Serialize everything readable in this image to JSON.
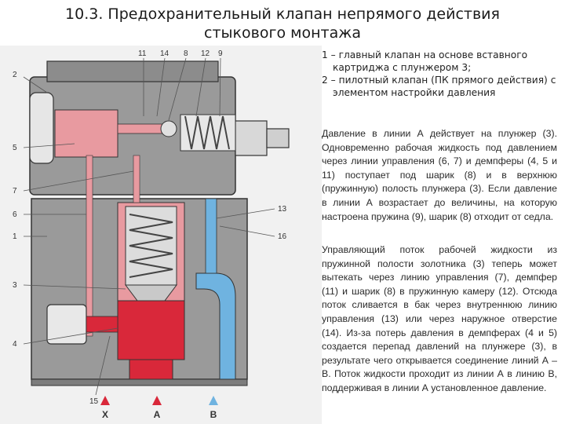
{
  "title": {
    "line1": "10.3. Предохранительный клапан непрямого действия",
    "line2": "стыкового монтажа"
  },
  "legend": [
    "1 – главный клапан на основе вставного картриджа с плунжером 3;",
    "2 – пилотный клапан (ПК прямого действия) с элементом настройки давления"
  ],
  "paragraph1": "Давление в линии А действует на плунжер (3). Одновременно рабочая жидкость под давлением через линии управления (6, 7) и демпферы (4, 5 и 11) поступает под шарик (8) и в верхнюю (пружинную) полость плунжера (3). Если давление в линии А возрастает до величины, на которую настроена пружина (9), шарик (8) отходит от седла.",
  "paragraph2": "Управляющий поток рабочей жидкости из пружинной полости золотника (3) теперь может вытекать через линию управления (7), демпфер (11) и шарик (8) в пружинную камеру (12). Отсюда поток сливается в бак через внутреннюю линию управления (13) или через наружное отверстие (14). Из-за потерь давления в демпферах (4 и 5) создается перепад давлений на плунжере (3), в результате чего открывается соединение линий А – В. Поток жидкости проходит из линии А в линию В, поддерживая в линии А установленное давление.",
  "diagram": {
    "callouts": {
      "n1": "1",
      "n2": "2",
      "n3": "3",
      "n4": "4",
      "n5": "5",
      "n6": "6",
      "n7": "7",
      "n8": "8",
      "n9": "9",
      "n11": "11",
      "n12": "12",
      "n13": "13",
      "n14": "14",
      "n15": "15",
      "n16": "16"
    },
    "ports": {
      "x": "X",
      "a": "A",
      "b": "B"
    },
    "colors": {
      "body": "#9a9a9a",
      "high_pressure": "#d9283a",
      "pilot": "#e89aa0",
      "tank": "#6fb3e0",
      "outline": "#333333"
    }
  }
}
